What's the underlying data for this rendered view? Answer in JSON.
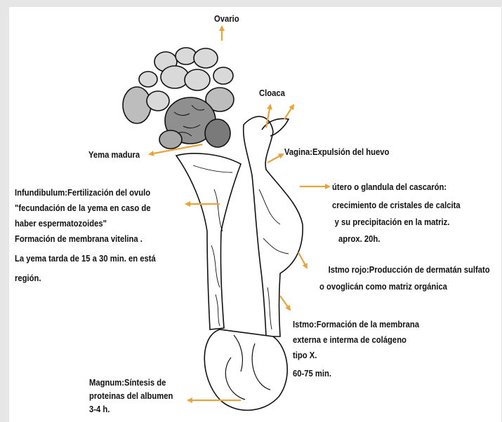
{
  "labels": {
    "ovario": "Ovario",
    "cloaca": "Cloaca",
    "yema_madura": "Yema madura",
    "vagina": "Vagina:Expulsión del huevo",
    "infundibulum": [
      "Infundibulum:Fertilización del ovulo",
      "\"fecundación de la yema en caso de",
      "haber espermatozoides\"",
      "Formación de membrana vitelina .",
      "La yema tarda de 15 a 30 min. en está",
      "región."
    ],
    "utero": [
      "útero o glandula del cascarón:",
      "crecimiento de cristales de calcita",
      "y su precipitación en  la matriz.",
      "aprox. 20h."
    ],
    "istmo_rojo": [
      "Istmo rojo:Producción de dermatán sulfato",
      "o ovoglicán como matriz orgánica"
    ],
    "istmo": [
      "Istmo:Formación de la membrana",
      "externa e interma de colágeno",
      "tipo X.",
      "60-75 min."
    ],
    "magnum": [
      "Magnum:Síntesis de",
      "proteinas del albumen",
      "3-4 h."
    ]
  },
  "colors": {
    "arrow": "#e8a33a",
    "ink": "#111111",
    "page_bg": "#e6e6e6",
    "panel_bg": "#ffffff"
  }
}
